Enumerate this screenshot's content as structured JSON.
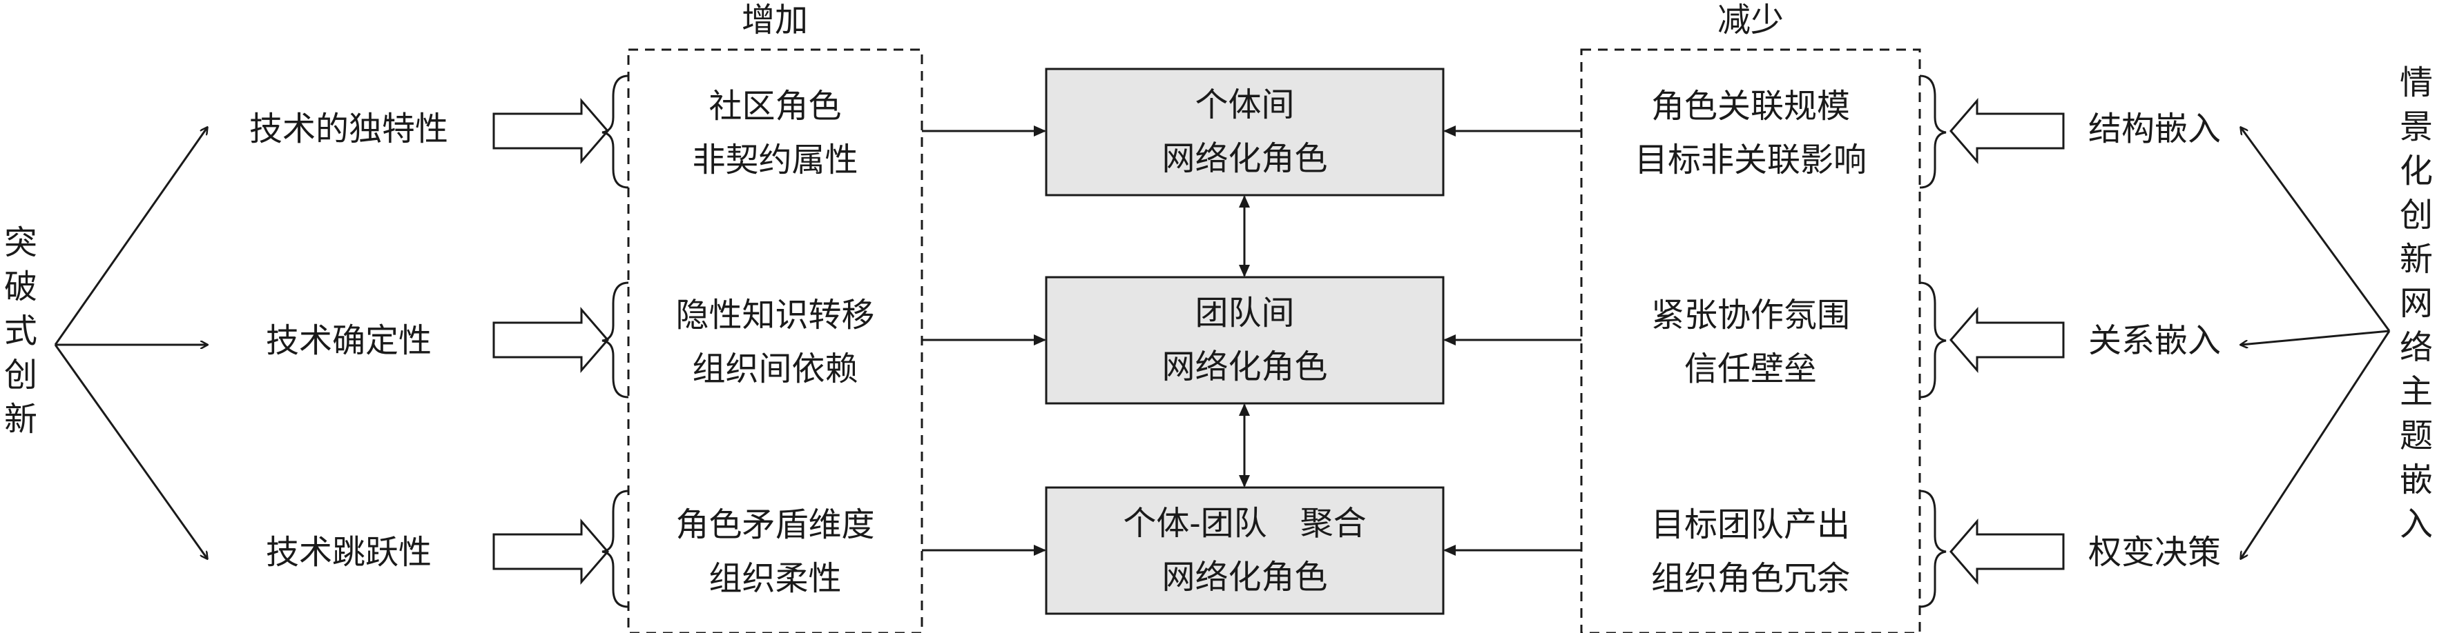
{
  "left_root": "突破式创新",
  "right_root": "情景化创新网络主题嵌入",
  "left_factors": [
    "技术的独特性",
    "技术确定性",
    "技术跳跃性"
  ],
  "right_factors": [
    "结构嵌入",
    "关系嵌入",
    "权变决策"
  ],
  "increase": {
    "title": "增加",
    "items": [
      [
        "社区角色",
        "非契约属性"
      ],
      [
        "隐性知识转移",
        "组织间依赖"
      ],
      [
        "角色矛盾维度",
        "组织柔性"
      ]
    ]
  },
  "decrease": {
    "title": "减少",
    "items": [
      [
        "角色关联规模",
        "目标非关联影响"
      ],
      [
        "紧张协作氛围",
        "信任壁垒"
      ],
      [
        "目标团队产出",
        "组织角色冗余"
      ]
    ]
  },
  "center_boxes": [
    [
      "个体间",
      "网络化角色"
    ],
    [
      "团队间",
      "网络化角色"
    ],
    [
      "个体-团队　聚合",
      "网络化角色"
    ]
  ]
}
